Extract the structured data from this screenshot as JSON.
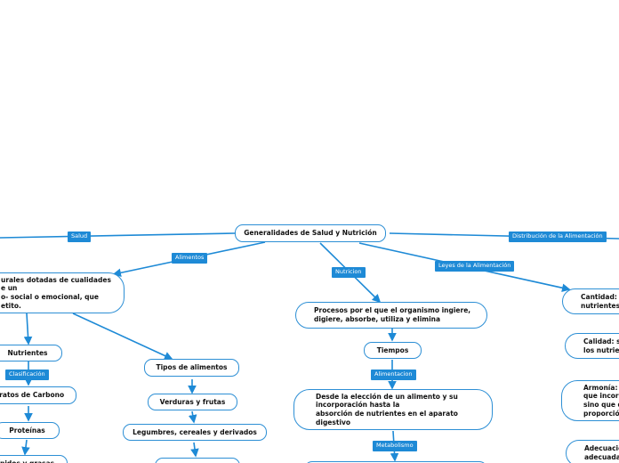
{
  "nodes": {
    "root": "Generalidades de Salud y Nutrición",
    "salud_desc": "urales dotadas de cualidades\ne un\no- social o emocional, que\netito.",
    "nutrientes": "Nutrientes",
    "carbohidratos": "dratos de Carbono",
    "proteinas": "Proteínas",
    "lipidos": "lípidos y grasas",
    "tipos_alimentos": "Tipos de alimentos",
    "verduras": "Verduras y frutas",
    "legumbres": "Legumbres, cereales y derivados",
    "procesos": "Procesos por el que el organismo ingiere,\ndigiere, absorbe, utiliza y elimina",
    "tiempos": "Tiempos",
    "desde": "Desde la elección de un alimento y su\nincorporación hasta la\nabsorción de nutrientes en el aparato\ndigestivo",
    "cantidad": "Cantidad: s\nnutrientes",
    "calidad": "Calidad: s\nlos nutrien",
    "armonia": "Armonía: l\nque incorp\nsino que d\nproporción",
    "adecuacion": "Adecuació\nadecuada"
  },
  "tags": {
    "salud": "Salud",
    "distribucion": "Distribución de la Alimentación",
    "alimentos": "Alimentos",
    "nutricion": "Nutricion",
    "leyes": "Leyes de la Alimentación",
    "clasificacion": "Clasificación",
    "alimentacion": "Alimentacion",
    "metabolismo": "Metabolismo"
  },
  "colors": {
    "accent": "#1e8ad6",
    "border": "#2d8fd5",
    "text": "#111111"
  }
}
